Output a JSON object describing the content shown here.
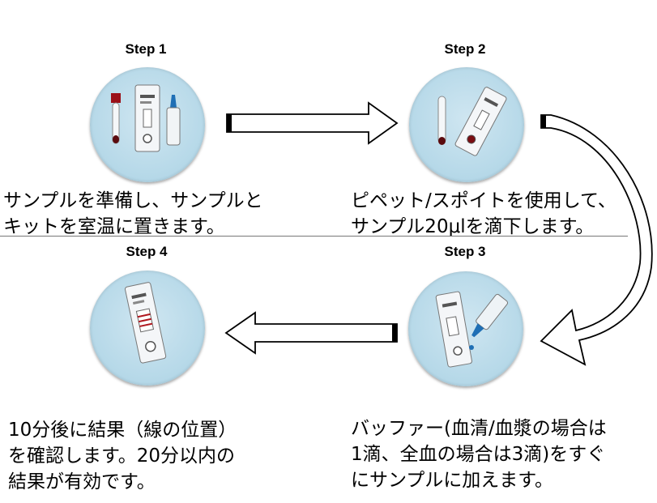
{
  "steps": [
    {
      "label": "Step 1",
      "caption": [
        "サンプルを準備し、サンプルと",
        "キットを室温に置きます。"
      ]
    },
    {
      "label": "Step 2",
      "caption": [
        "ピペット/スポイトを使用して、",
        "サンプル20μlを滴下します。"
      ]
    },
    {
      "label": "Step 3",
      "caption": [
        "バッファー(血清/血漿の場合は",
        "1滴、全血の場合は3滴)をすぐ",
        "にサンプルに加えます。"
      ]
    },
    {
      "label": "Step 4",
      "caption": [
        "10分後に結果（線の位置）",
        "を確認します。20分以内の",
        "結果が有効です。"
      ]
    }
  ],
  "colors": {
    "circle": "#b5d8e8",
    "sample_red": "#8b0f14",
    "cap_blue": "#1f6fb5"
  }
}
